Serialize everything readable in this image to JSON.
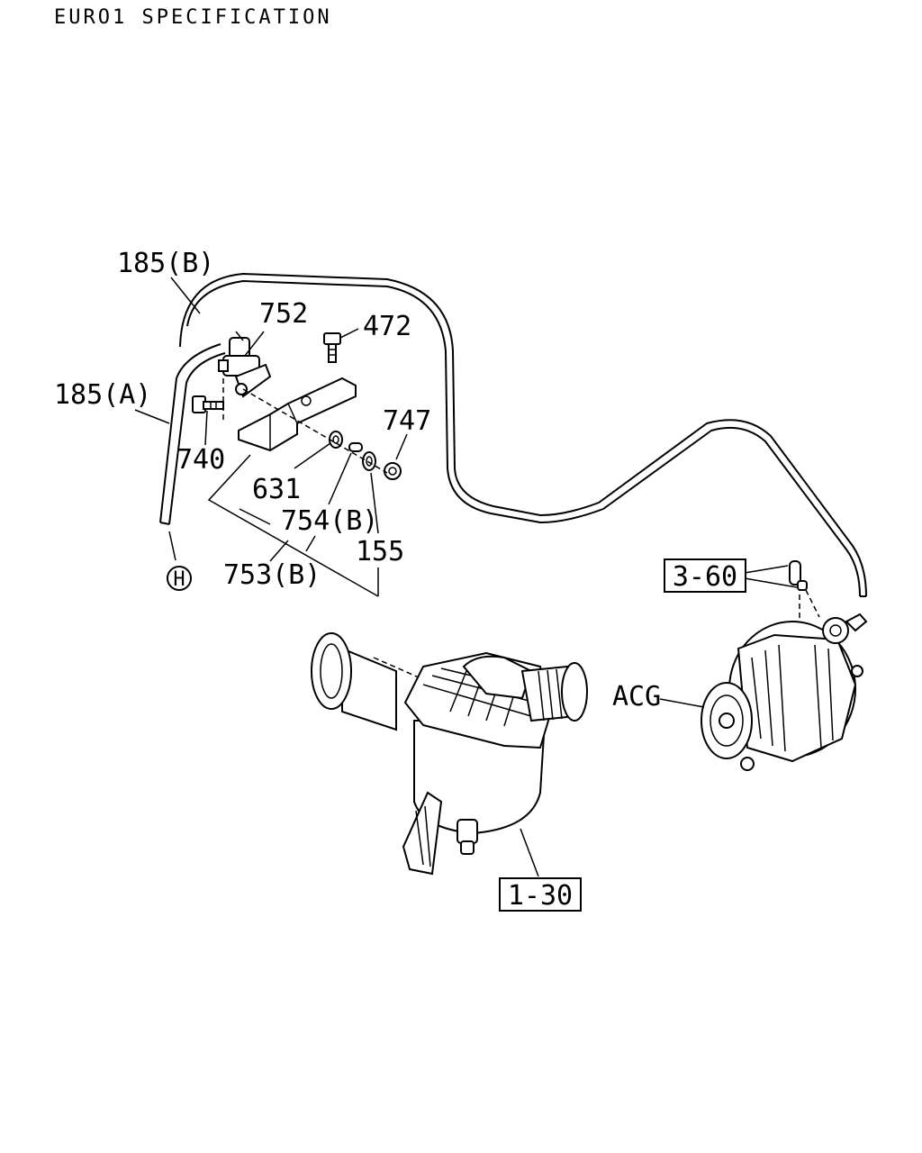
{
  "header": {
    "title": "EURO1 SPECIFICATION"
  },
  "callouts": {
    "hose_b": "185(B)",
    "hose_a": "185(A)",
    "p752": "752",
    "p472": "472",
    "p747": "747",
    "p740": "740",
    "p631": "631",
    "p754b": "754(B)",
    "p155": "155",
    "p753b": "753(B)",
    "connector_h": "H",
    "acg": "ACG"
  },
  "references": {
    "ref_3_60": "3-60",
    "ref_1_30": "1-30"
  }
}
